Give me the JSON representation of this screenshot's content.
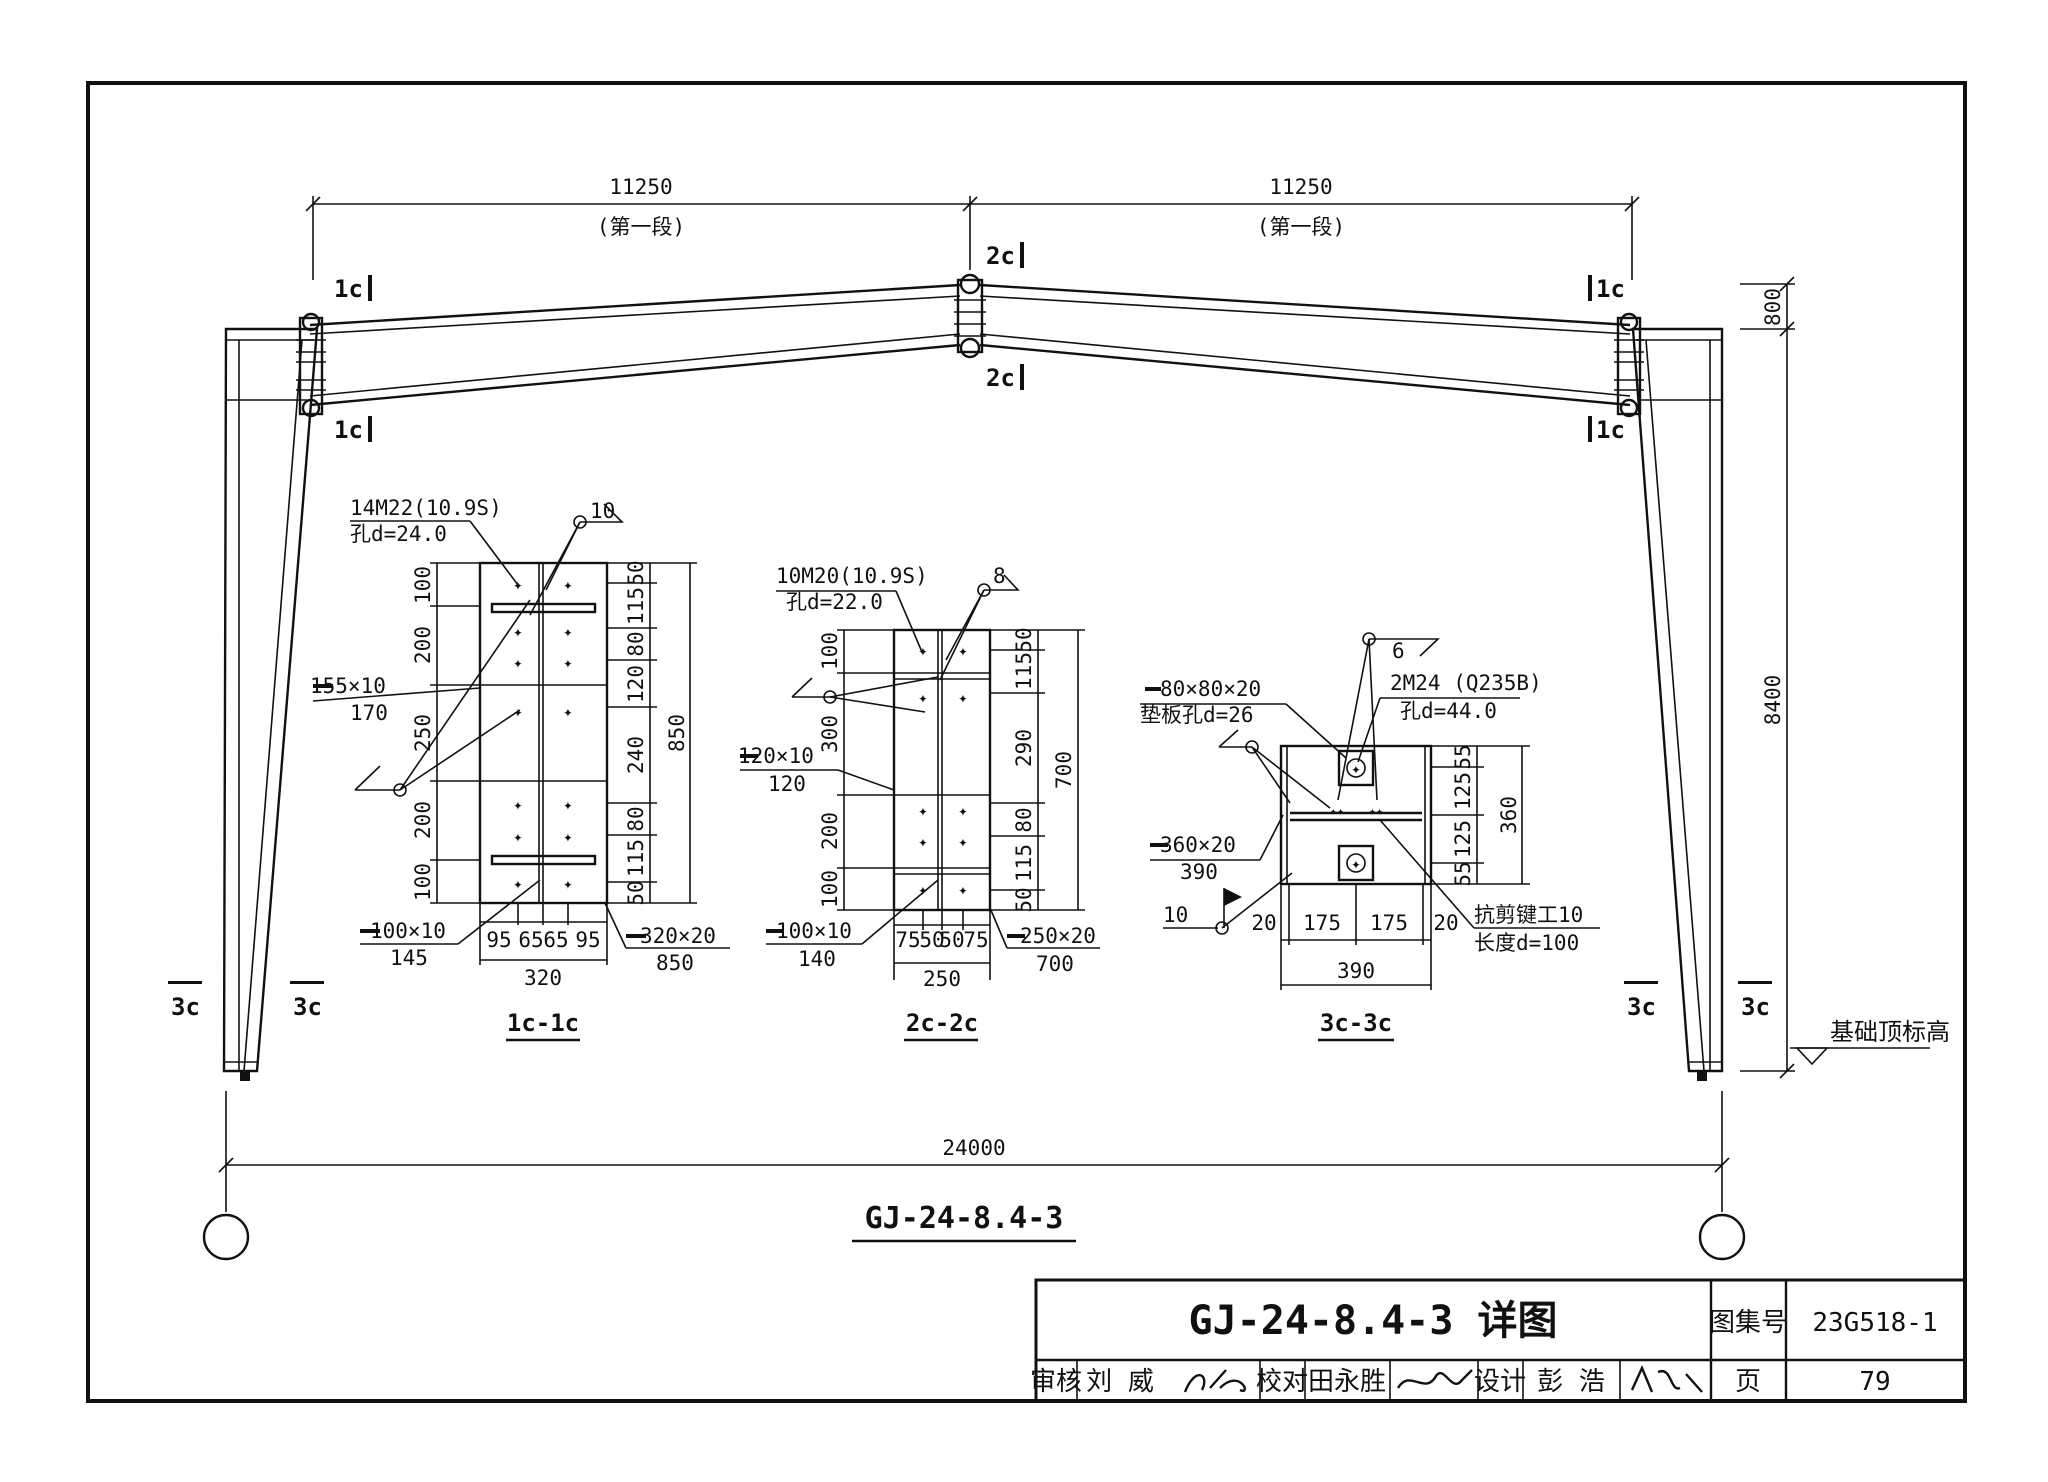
{
  "frame": {
    "span_left": "11250",
    "span_right": "11250",
    "segment_left": "(第一段)",
    "segment_right": "(第一段)",
    "total_span": "24000",
    "height": "8400",
    "haunch": "800",
    "foundation_label": "基础顶标高",
    "title": "GJ-24-8.4-3",
    "cuts": {
      "c1": "1c",
      "c2": "2c",
      "c3": "3c"
    }
  },
  "section_1c": {
    "title": "1c-1c",
    "bolts_line1": "14M22(10.9S)",
    "bolts_line2": "孔d=24.0",
    "weld": "10",
    "stiff_top": "155×10",
    "stiff_top_b": "170",
    "stiff_bot": "100×10",
    "stiff_bot_b": "145",
    "plate": "320×20",
    "plate_b": "850",
    "left_dims": [
      "100",
      "200",
      "250",
      "200",
      "100"
    ],
    "right_dims": [
      "50",
      "115",
      "80",
      "120",
      "240",
      "80",
      "115",
      "50"
    ],
    "total_h": "850",
    "bottom_dims": [
      "95",
      "65",
      "65",
      "95"
    ],
    "width": "320"
  },
  "section_2c": {
    "title": "2c-2c",
    "bolts_line1": "10M20(10.9S)",
    "bolts_line2": "孔d=22.0",
    "weld": "8",
    "stiff_top": "120×10",
    "stiff_top_b": "120",
    "stiff_bot": "100×10",
    "stiff_bot_b": "140",
    "plate": "250×20",
    "plate_b": "700",
    "left_dims": [
      "100",
      "300",
      "200",
      "100"
    ],
    "right_dims": [
      "50",
      "115",
      "290",
      "80",
      "115",
      "50"
    ],
    "total_h": "700",
    "bottom_dims": [
      "75",
      "50",
      "50",
      "75"
    ],
    "width": "250"
  },
  "section_3c": {
    "title": "3c-3c",
    "weld_top": "6",
    "washer_line1": "80×80×20",
    "washer_line2": "垫板孔d=26",
    "bolts_line1": "2M24 (Q235B)",
    "bolts_line2": "孔d=44.0",
    "base_plate": "360×20",
    "base_plate_b": "390",
    "weld_bot": "10",
    "shear_key_line1": "抗剪键工10",
    "shear_key_line2": "长度d=100",
    "right_dims": [
      "55",
      "125",
      "125",
      "55"
    ],
    "total_h": "360",
    "bottom_dims": [
      "20",
      "175",
      "175",
      "20"
    ],
    "width": "390"
  },
  "title_block": {
    "title": "GJ-24-8.4-3 详图",
    "atlas_label": "图集号",
    "atlas_no": "23G518-1",
    "review_label": "审核",
    "review_name": "刘 威",
    "check_label": "校对",
    "check_name": "田永胜",
    "design_label": "设计",
    "design_name": "彭 浩",
    "page_label": "页",
    "page_no": "79"
  }
}
